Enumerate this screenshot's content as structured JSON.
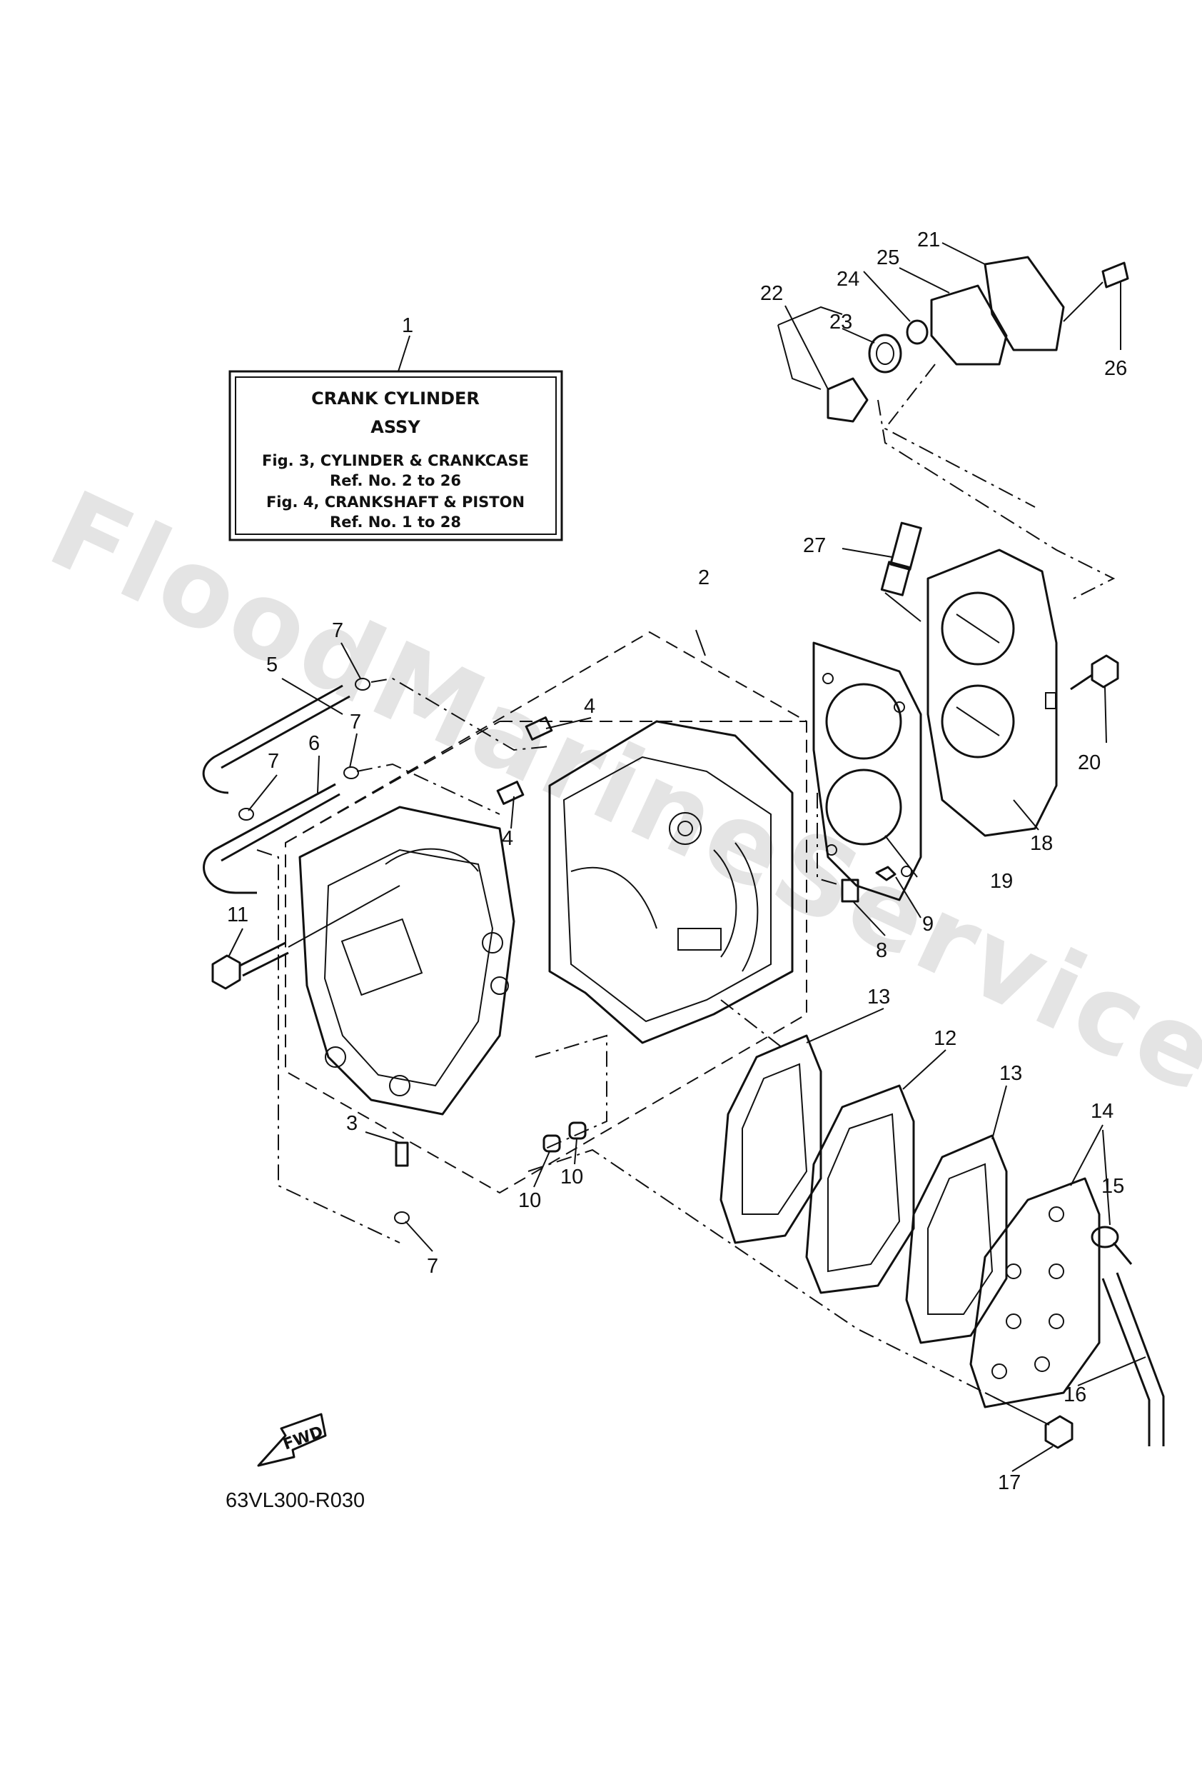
{
  "watermark": "FloodMarineServices",
  "info_box": {
    "line1": "CRANK CYLINDER",
    "line2": "ASSY",
    "line3": "Fig. 3, CYLINDER & CRANKCASE",
    "line4": "Ref. No. 2 to 26",
    "line5": "Fig. 4, CRANKSHAFT & PISTON",
    "line6": "Ref. No. 1 to 28"
  },
  "callouts": {
    "c1": "1",
    "c2": "2",
    "c3": "3",
    "c4a": "4",
    "c4b": "4",
    "c5": "5",
    "c6": "6",
    "c7a": "7",
    "c7b": "7",
    "c7c": "7",
    "c7d": "7",
    "c8": "8",
    "c9": "9",
    "c10a": "10",
    "c10b": "10",
    "c11": "11",
    "c12": "12",
    "c13a": "13",
    "c13b": "13",
    "c14": "14",
    "c15": "15",
    "c16": "16",
    "c17": "17",
    "c18": "18",
    "c19": "19",
    "c20": "20",
    "c21": "21",
    "c22": "22",
    "c23": "23",
    "c24": "24",
    "c25": "25",
    "c26": "26",
    "c27": "27"
  },
  "fwd_label": "FWD",
  "diagram_code": "63VL300-R030"
}
